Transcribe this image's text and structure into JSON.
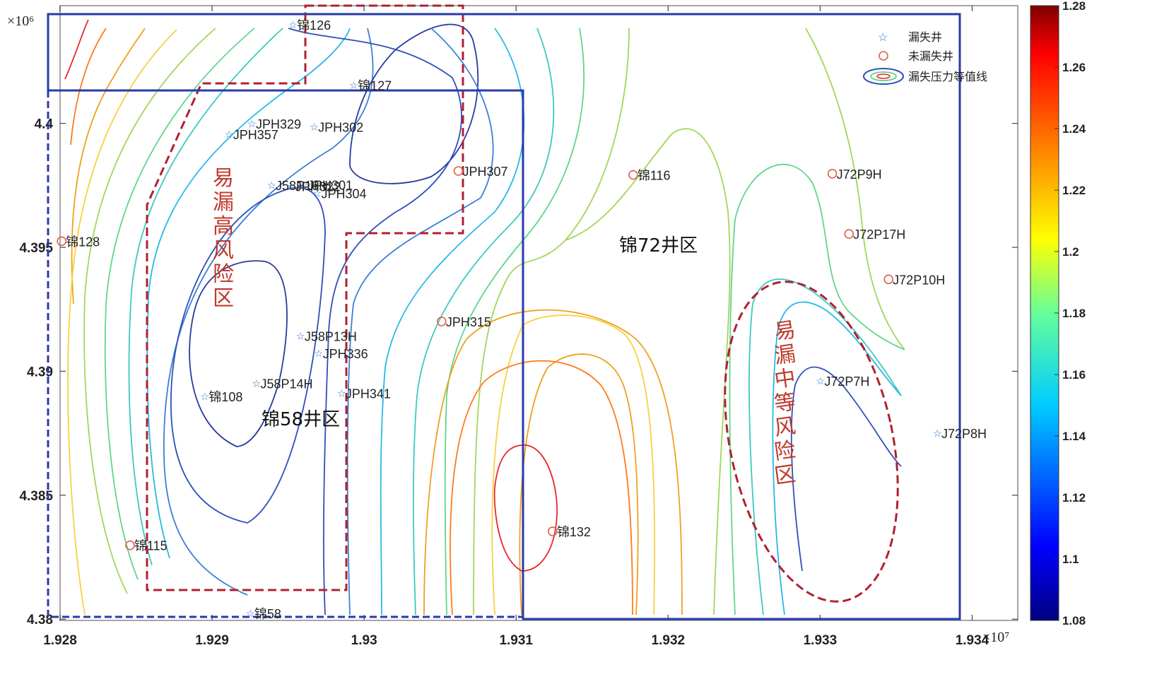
{
  "chart_data": {
    "type": "contour",
    "x_axis": {
      "ticks": [
        1.928,
        1.929,
        1.93,
        1.931,
        1.932,
        1.933,
        1.934
      ],
      "tick_labels": [
        "1.928",
        "1.929",
        "1.93",
        "1.931",
        "1.932",
        "1.933",
        "1.934"
      ],
      "range": [
        1.928,
        1.9343
      ],
      "multiplier": "×10⁷"
    },
    "y_axis": {
      "ticks": [
        4.38,
        4.385,
        4.39,
        4.395,
        4.4
      ],
      "tick_labels": [
        "4.38",
        "4.385",
        "4.39",
        "4.395",
        "4.4"
      ],
      "range": [
        4.37995,
        4.40475
      ],
      "multiplier": "×10⁶"
    },
    "colorbar": {
      "ticks": [
        1.08,
        1.1,
        1.12,
        1.14,
        1.16,
        1.18,
        1.2,
        1.22,
        1.24,
        1.26,
        1.28
      ],
      "tick_labels": [
        "1.08",
        "1.1",
        "1.12",
        "1.14",
        "1.16",
        "1.18",
        "1.2",
        "1.22",
        "1.24",
        "1.26",
        "1.28"
      ],
      "range": [
        1.08,
        1.28
      ]
    },
    "legend": {
      "placement": "top-right",
      "entries": [
        {
          "label": "漏失井",
          "marker": "star"
        },
        {
          "label": "未漏失井",
          "marker": "circle"
        },
        {
          "label": "漏失压力等值线",
          "marker": "contour-ellipse"
        }
      ]
    },
    "wells": [
      {
        "name": "锦126",
        "x": 1.92953,
        "y": 4.40398,
        "status": "lost"
      },
      {
        "name": "锦127",
        "x": 1.92993,
        "y": 4.40155,
        "status": "lost"
      },
      {
        "name": "JPH329",
        "x": 1.92926,
        "y": 4.39999,
        "status": "lost"
      },
      {
        "name": "JPH357",
        "x": 1.92911,
        "y": 4.39956,
        "status": "lost"
      },
      {
        "name": "JPH302",
        "x": 1.92967,
        "y": 4.39986,
        "status": "lost"
      },
      {
        "name": "J58P16H",
        "x": 1.92939,
        "y": 4.39751,
        "status": "lost"
      },
      {
        "name": "JPH301",
        "x": 1.9296,
        "y": 4.39752,
        "status": "lost"
      },
      {
        "name": "JPH322",
        "x": 1.92952,
        "y": 4.39746,
        "status": "lost"
      },
      {
        "name": "JPH304",
        "x": 1.92969,
        "y": 4.39718,
        "status": "lost"
      },
      {
        "name": "J58P13H",
        "x": 1.92958,
        "y": 4.39143,
        "status": "lost"
      },
      {
        "name": "JPH336",
        "x": 1.9297,
        "y": 4.39073,
        "status": "lost"
      },
      {
        "name": "J58P14H",
        "x": 1.92929,
        "y": 4.38952,
        "status": "lost"
      },
      {
        "name": "JPH341",
        "x": 1.92985,
        "y": 4.38911,
        "status": "lost"
      },
      {
        "name": "锦108",
        "x": 1.92895,
        "y": 4.38899,
        "status": "lost"
      },
      {
        "name": "锦58",
        "x": 1.92925,
        "y": 4.38024,
        "status": "lost"
      },
      {
        "name": "J72P7H",
        "x": 1.933,
        "y": 4.38961,
        "status": "lost"
      },
      {
        "name": "J72P8H",
        "x": 1.93377,
        "y": 4.3875,
        "status": "lost"
      },
      {
        "name": "JPH307",
        "x": 1.93062,
        "y": 4.39808,
        "status": "not-lost"
      },
      {
        "name": "锦116",
        "x": 1.93177,
        "y": 4.39792,
        "status": "not-lost"
      },
      {
        "name": "J72P9H",
        "x": 1.93308,
        "y": 4.39797,
        "status": "not-lost"
      },
      {
        "name": "锦128",
        "x": 1.92801,
        "y": 4.39525,
        "status": "not-lost"
      },
      {
        "name": "J72P17H",
        "x": 1.93319,
        "y": 4.39554,
        "status": "not-lost"
      },
      {
        "name": "J72P10H",
        "x": 1.93345,
        "y": 4.39371,
        "status": "not-lost"
      },
      {
        "name": "JPH315",
        "x": 1.93051,
        "y": 4.39201,
        "status": "not-lost"
      },
      {
        "name": "锦132",
        "x": 1.93124,
        "y": 4.38354,
        "status": "not-lost"
      },
      {
        "name": "锦115",
        "x": 1.92846,
        "y": 4.38298,
        "status": "not-lost"
      }
    ],
    "zones": [
      {
        "label": "锦58井区"
      },
      {
        "label": "锦72井区"
      }
    ],
    "risk_areas": [
      {
        "label": "易漏高风险区",
        "level": "high"
      },
      {
        "label": "易漏中等风险区",
        "level": "medium"
      }
    ],
    "grid": false,
    "colormap": "jet"
  }
}
